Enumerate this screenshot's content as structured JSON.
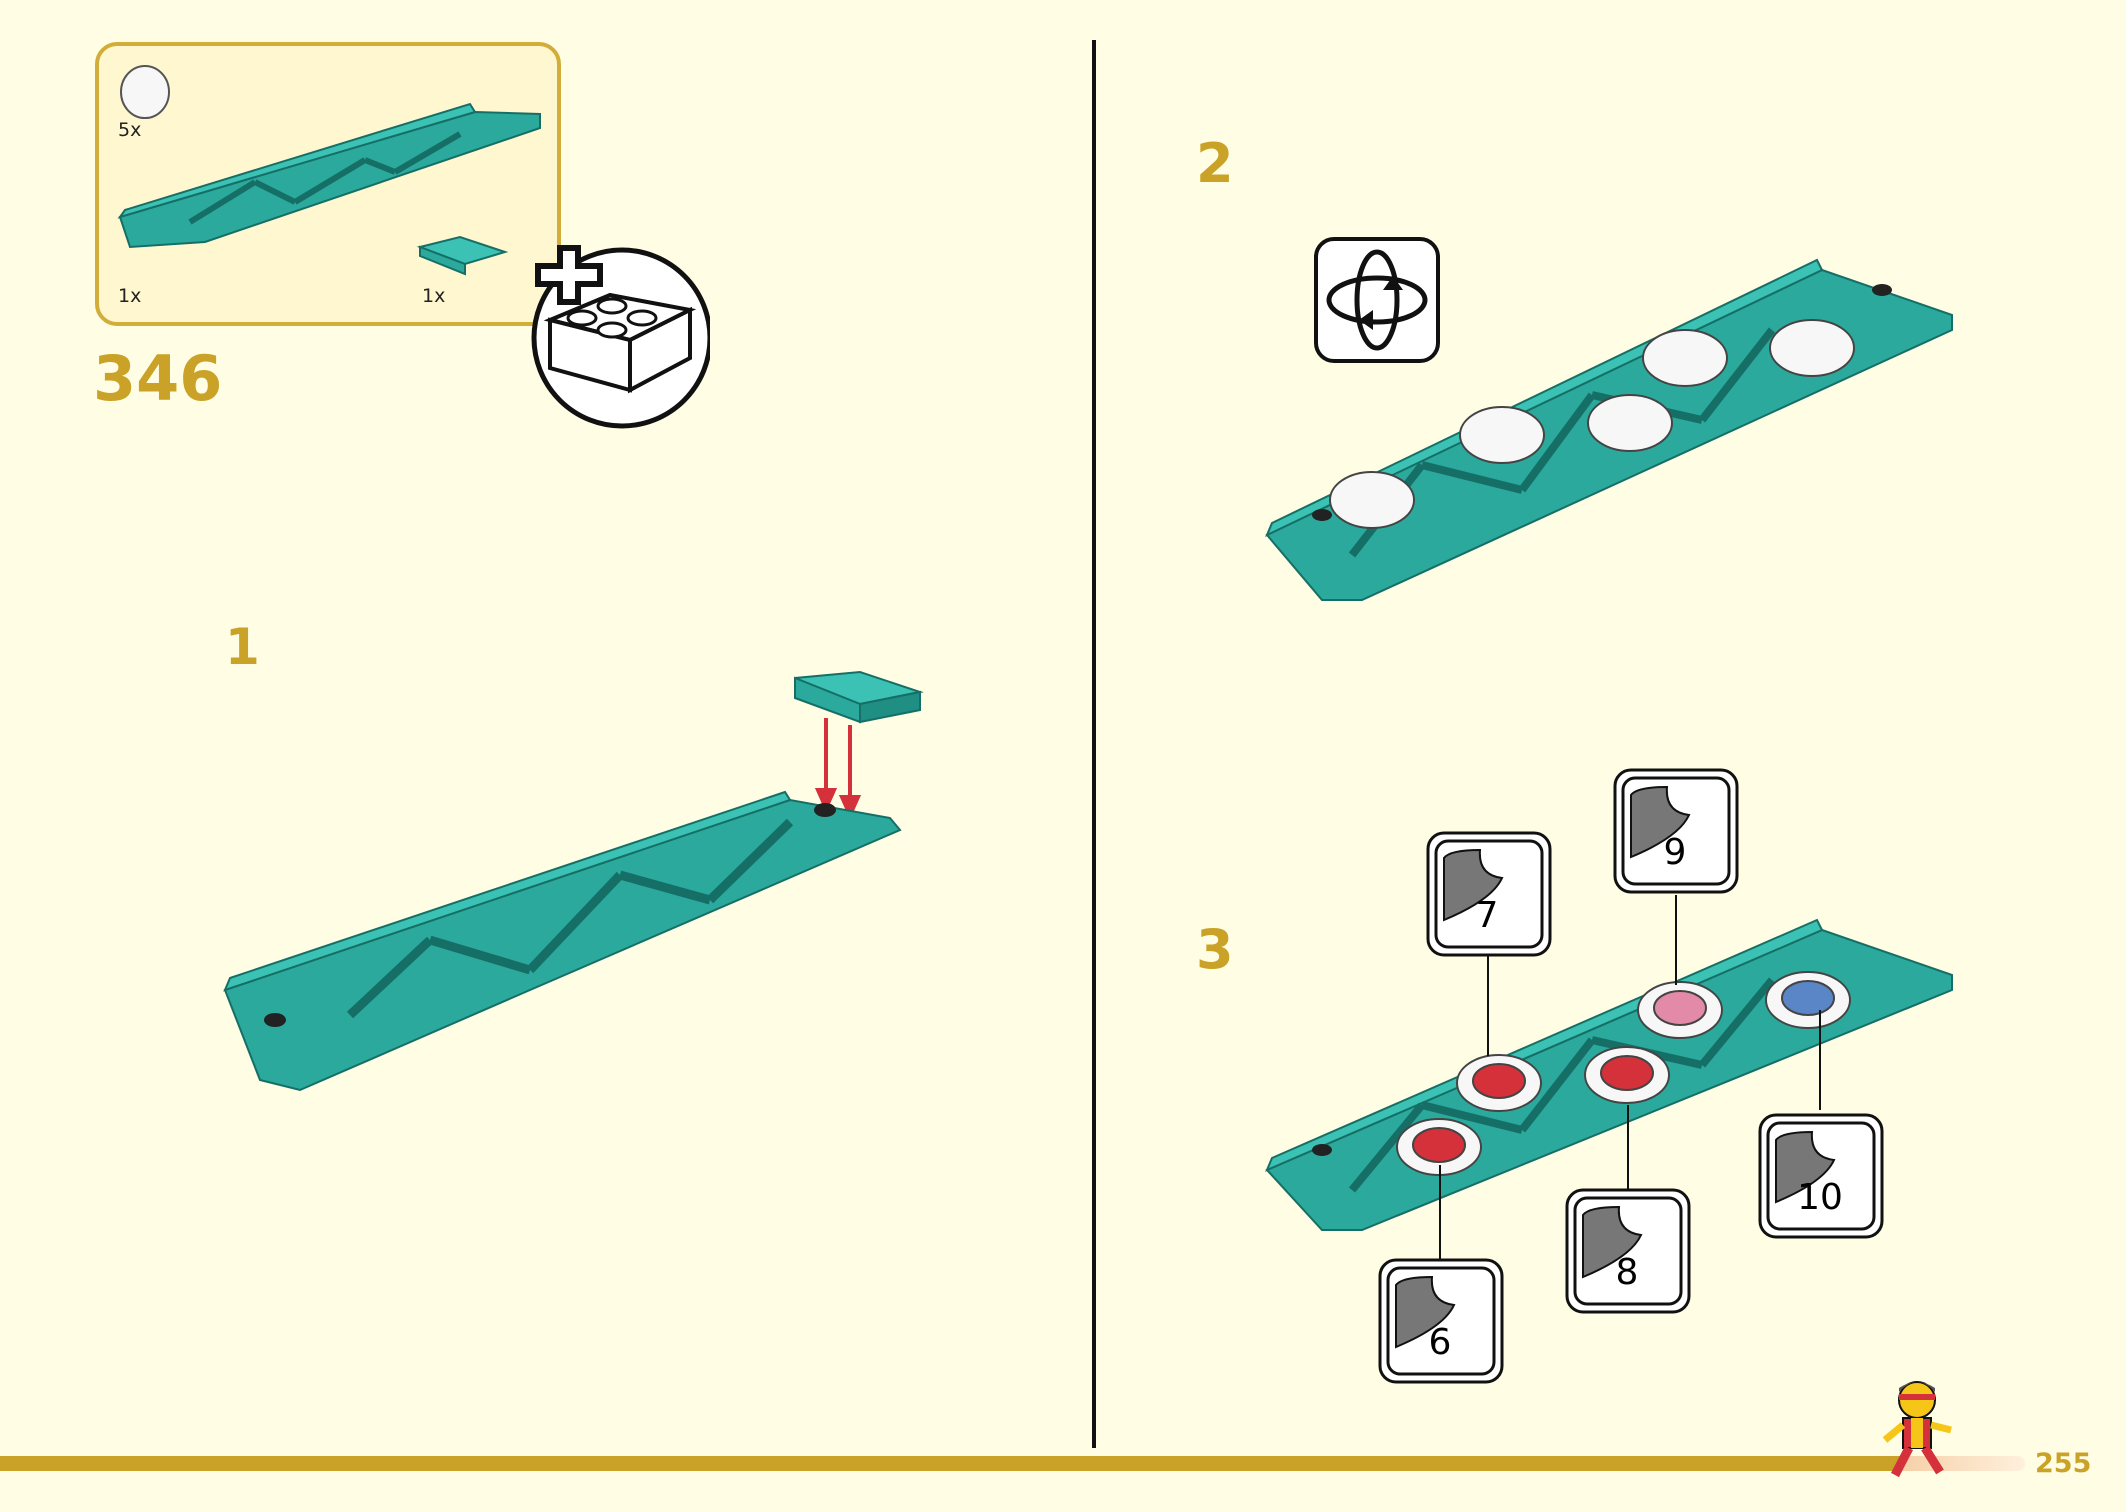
{
  "parts": {
    "items": [
      {
        "qty": "5x",
        "part": "round-tile-white"
      },
      {
        "qty": "1x",
        "part": "truss-beam-teal"
      },
      {
        "qty": "1x",
        "part": "square-tile-teal"
      }
    ],
    "add_icon": "plus-brick-icon"
  },
  "set_number": "346",
  "steps": [
    {
      "number": "1"
    },
    {
      "number": "2",
      "icon": "rotate-model-icon"
    },
    {
      "number": "3",
      "stickers": [
        "6",
        "7",
        "8",
        "9",
        "10"
      ]
    }
  ],
  "page_number": "255",
  "colors": {
    "background": "#fffde3",
    "accent_gold": "#c9a227",
    "brick_teal": "#2aa99c",
    "arrow_red": "#d4313a"
  }
}
